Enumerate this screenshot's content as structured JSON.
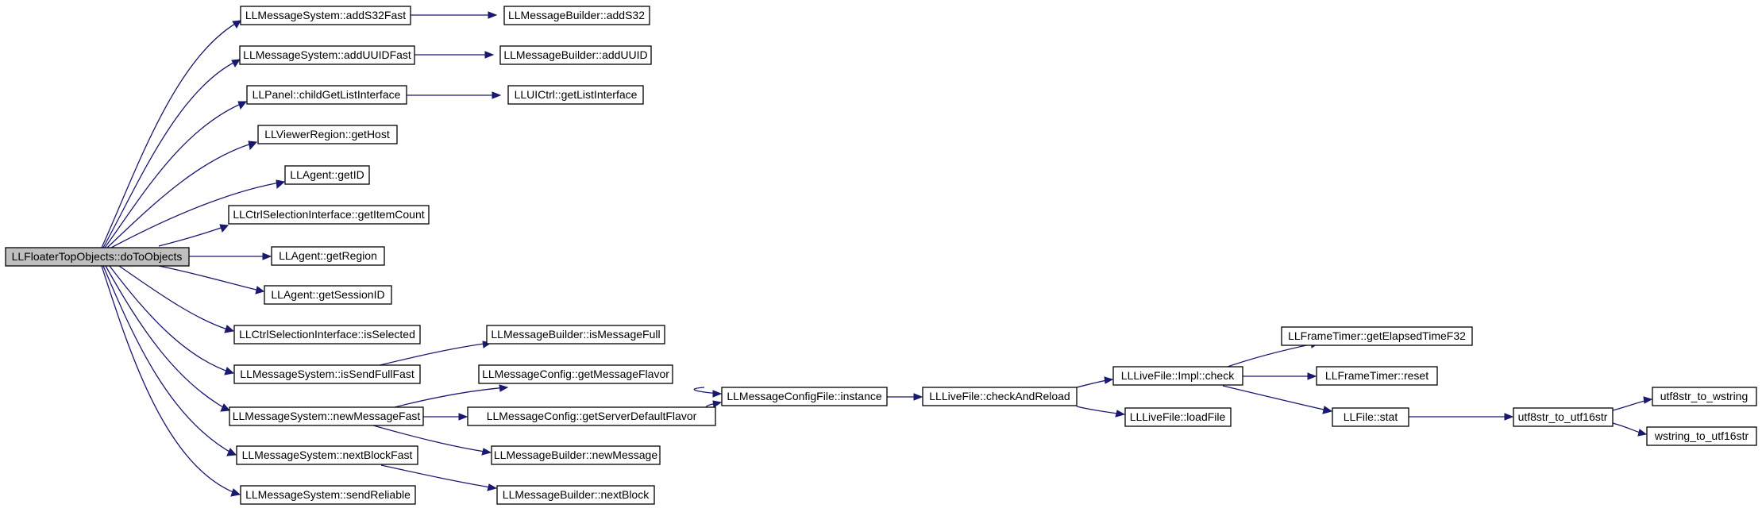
{
  "colors": {
    "edge": "#191970",
    "root_fill": "#bfbfbf",
    "node_fill": "#ffffff",
    "node_border": "#000000"
  },
  "nodes": {
    "root": "LLFloaterTopObjects::doToObjects",
    "ms_addS32Fast": "LLMessageSystem::addS32Fast",
    "mb_addS32": "LLMessageBuilder::addS32",
    "ms_addUUIDFast": "LLMessageSystem::addUUIDFast",
    "mb_addUUID": "LLMessageBuilder::addUUID",
    "panel_childGetListInterface": "LLPanel::childGetListInterface",
    "uictrl_getListInterface": "LLUICtrl::getListInterface",
    "vr_getHost": "LLViewerRegion::getHost",
    "agent_getID": "LLAgent::getID",
    "csi_getItemCount": "LLCtrlSelectionInterface::getItemCount",
    "agent_getRegion": "LLAgent::getRegion",
    "agent_getSessionID": "LLAgent::getSessionID",
    "csi_isSelected": "LLCtrlSelectionInterface::isSelected",
    "ms_isSendFullFast": "LLMessageSystem::isSendFullFast",
    "mb_isMessageFull": "LLMessageBuilder::isMessageFull",
    "mc_getMessageFlavor": "LLMessageConfig::getMessageFlavor",
    "ms_newMessageFast": "LLMessageSystem::newMessageFast",
    "mc_getServerDefaultFlavor": "LLMessageConfig::getServerDefaultFlavor",
    "mcf_instance": "LLMessageConfigFile::instance",
    "lf_checkAndReload": "LLLiveFile::checkAndReload",
    "lfi_check": "LLLiveFile::Impl::check",
    "lf_loadFile": "LLLiveFile::loadFile",
    "ft_getElapsedTimeF32": "LLFrameTimer::getElapsedTimeF32",
    "ft_reset": "LLFrameTimer::reset",
    "file_stat": "LLFile::stat",
    "utf8str_to_utf16str": "utf8str_to_utf16str",
    "utf8str_to_wstring": "utf8str_to_wstring",
    "wstring_to_utf16str": "wstring_to_utf16str",
    "mb_newMessage": "LLMessageBuilder::newMessage",
    "ms_nextBlockFast": "LLMessageSystem::nextBlockFast",
    "mb_nextBlock": "LLMessageBuilder::nextBlock",
    "ms_sendReliable": "LLMessageSystem::sendReliable"
  }
}
